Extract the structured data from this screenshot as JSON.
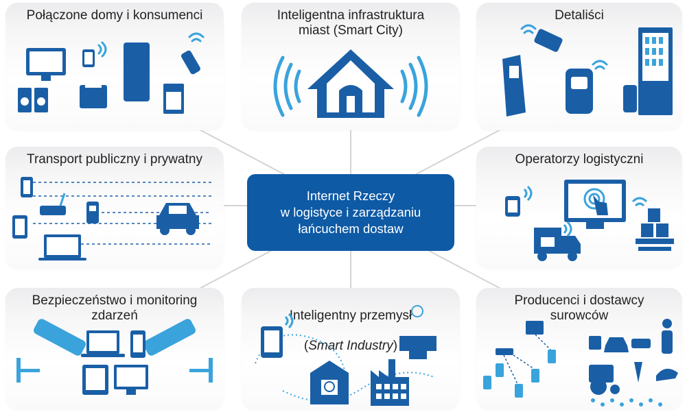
{
  "center": {
    "line1": "Internet Rzeczy",
    "line2": "w logistyce i zarządzaniu",
    "line3": "łańcuchem dostaw"
  },
  "cards": {
    "connected_homes": "Połączone domy i konsumenci",
    "smart_city": "Inteligentna infrastruktura\nmiast (Smart City)",
    "retailers": "Detaliści",
    "transport": "Transport publiczny i prywatny",
    "logistics_operators": "Operatorzy logistyczni",
    "security": "Bezpieczeństwo i monitoring\nzdarzeń",
    "smart_industry": {
      "line1": "Inteligentny przemysł",
      "open": "(",
      "italic": "Smart Industry",
      "close": ")"
    },
    "producers": "Producenci i dostawcy\nsurowców"
  },
  "colors": {
    "accent": "#0e5aa5",
    "icon_dark": "#0d4d94",
    "icon_light": "#3aa3dc",
    "line": "#d4d4d6"
  }
}
